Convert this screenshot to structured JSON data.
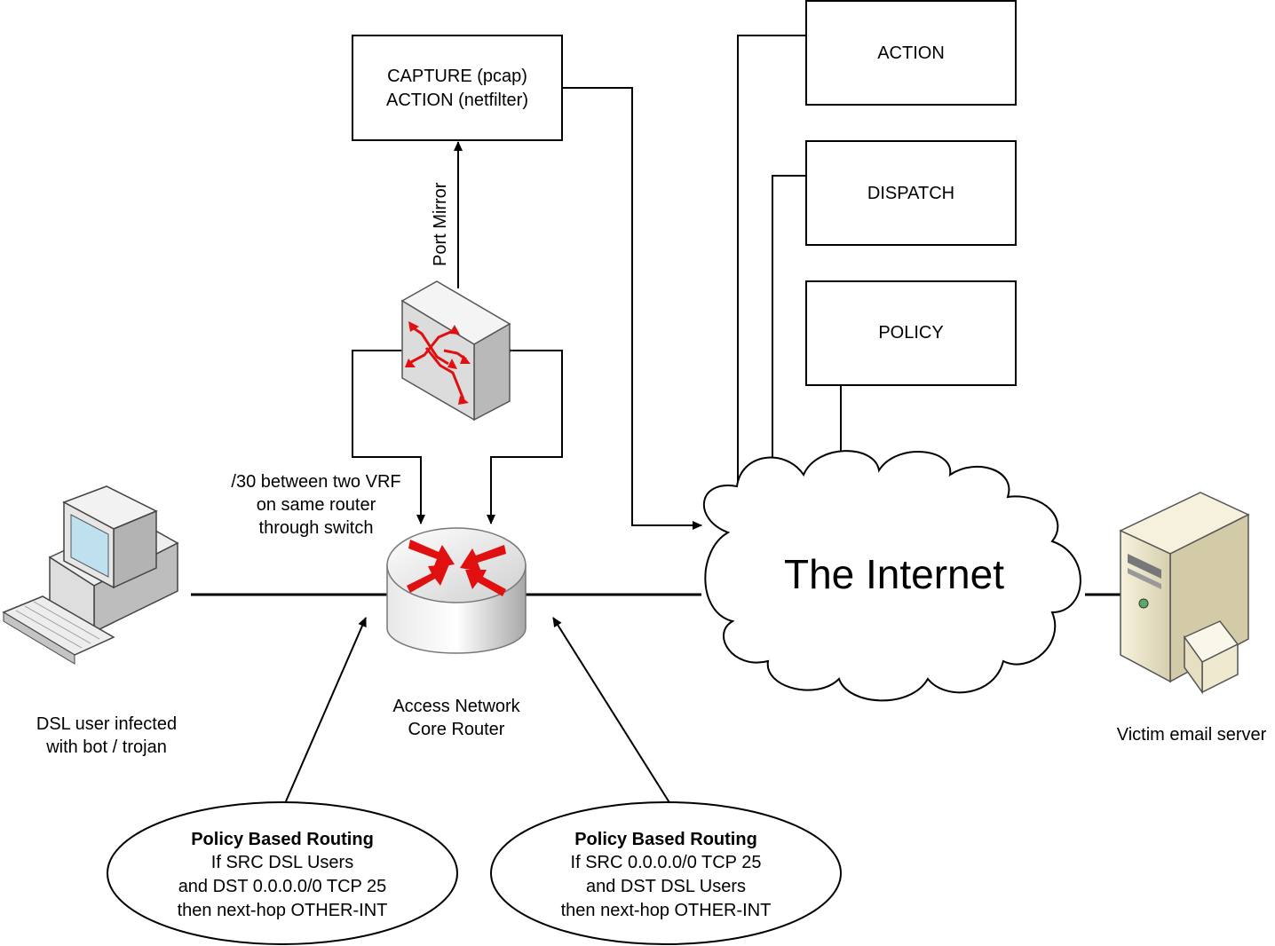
{
  "boxes": {
    "capture_line1": "CAPTURE (pcap)",
    "capture_line2": "ACTION (netfilter)",
    "action": "ACTION",
    "dispatch": "DISPATCH",
    "policy": "POLICY"
  },
  "labels": {
    "port_mirror": "Port Mirror",
    "vrf_line1": "/30 between two VRF",
    "vrf_line2": "on same router",
    "vrf_line3": "through switch",
    "internet": "The Internet",
    "router_line1": "Access Network",
    "router_line2": "Core Router",
    "dsl_line1": "DSL user infected",
    "dsl_line2": "with bot / trojan",
    "victim": "Victim email server"
  },
  "policies": [
    {
      "title": "Policy Based Routing",
      "line1": "If SRC DSL Users",
      "line2": "and DST 0.0.0.0/0 TCP 25",
      "line3": "then next-hop OTHER-INT"
    },
    {
      "title": "Policy Based Routing",
      "line1": "If SRC 0.0.0.0/0 TCP 25",
      "line2": "and DST DSL Users",
      "line3": "then next-hop OTHER-INT"
    }
  ],
  "colors": {
    "accent_red": "#e01010",
    "device_gray": "#d8d8d8",
    "server_beige": "#ece6cc"
  },
  "icons": [
    "desktop-computer-icon",
    "network-switch-icon",
    "router-icon",
    "cloud-icon",
    "email-server-icon"
  ]
}
